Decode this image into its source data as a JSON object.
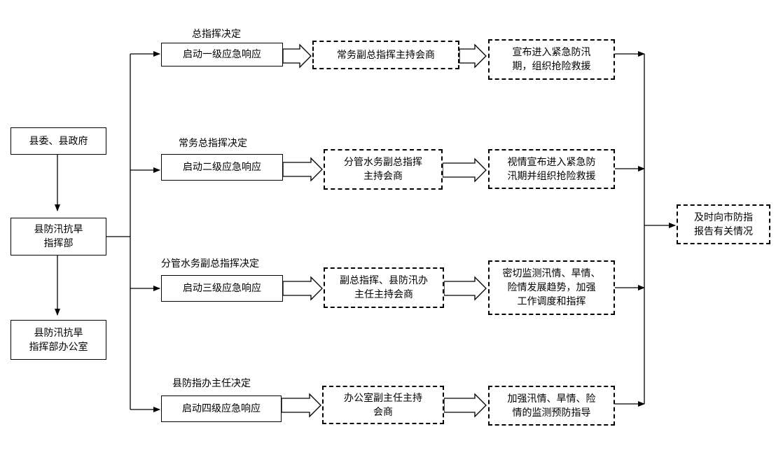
{
  "source": {
    "county_gov": "县委、县政府",
    "hq_line1": "县防汛抗旱",
    "hq_line2": "指挥部",
    "office_line1": "县防汛抗旱",
    "office_line2": "指挥部办公室"
  },
  "levels": [
    {
      "decision": "总指挥决定",
      "response": "启动一级应急响应",
      "consult": [
        "常务副总指挥主持会商"
      ],
      "action": [
        "宣布进入紧急防汛",
        "期，组织抢险救援"
      ]
    },
    {
      "decision": "常务总指挥决定",
      "response": "启动二级应急响应",
      "consult": [
        "分管水务副总指挥",
        "主持会商"
      ],
      "action": [
        "视情宣布进入紧急防",
        "汛期并组织抢险救援"
      ]
    },
    {
      "decision": "分管水务副总指挥决定",
      "response": "启动三级应急响应",
      "consult": [
        "副总指挥、县防汛办",
        "主任主持会商"
      ],
      "action": [
        "密切监测汛情、旱情、",
        "险情发展趋势，加强",
        "工作调度和指挥"
      ]
    },
    {
      "decision": "县防指办主任决定",
      "response": "启动四级应急响应",
      "consult": [
        "办公室副主任主持",
        "会商"
      ],
      "action": [
        "加强汛情、旱情、险",
        "情的监测预防指导"
      ]
    }
  ],
  "report": [
    "及时向市防指",
    "报告有关情况"
  ]
}
